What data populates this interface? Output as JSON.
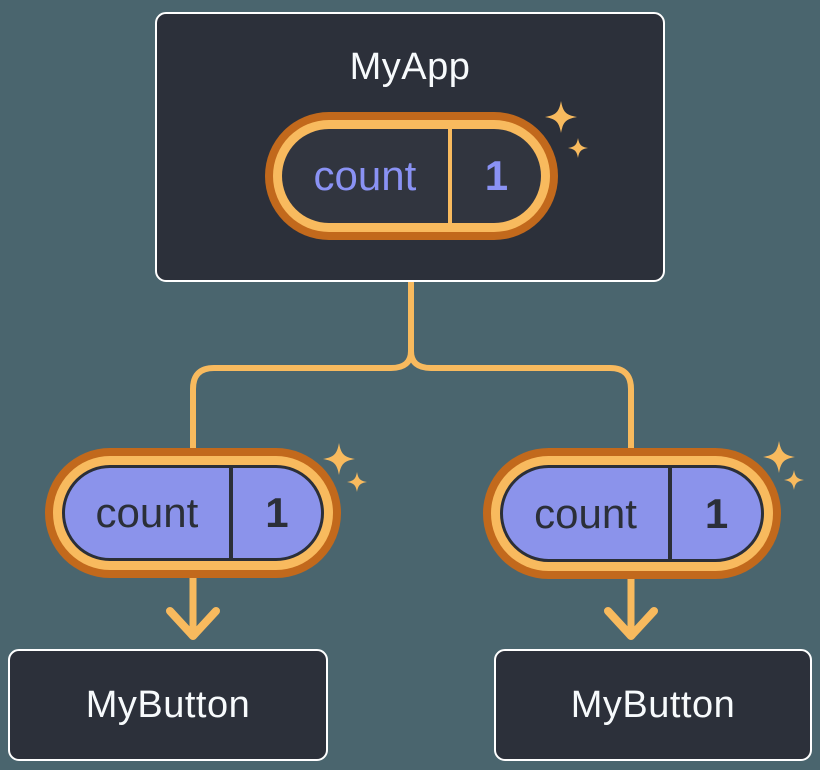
{
  "colors": {
    "background": "#4A656E",
    "box_fill": "#2C303A",
    "box_border": "#FFFFFF",
    "box_text": "#F7FAFC",
    "ring_outer": "#C2691C",
    "ring_band": "#F8BA5E",
    "line": "#F8BA5E",
    "pill_dark_interior": "#31353F",
    "pill_purple_fill": "#8B93EB",
    "pill_outline_dark": "#2B2F38",
    "text_purple": "#8A92F4",
    "text_dark": "#2B2F38"
  },
  "tree": {
    "root": {
      "label": "MyApp",
      "state_pill": {
        "name": "count",
        "value": "1",
        "icon": "sparkles-icon"
      }
    },
    "children": [
      {
        "label": "MyButton",
        "prop_pill": {
          "name": "count",
          "value": "1",
          "icon": "sparkles-icon"
        }
      },
      {
        "label": "MyButton",
        "prop_pill": {
          "name": "count",
          "value": "1",
          "icon": "sparkles-icon"
        }
      }
    ]
  }
}
